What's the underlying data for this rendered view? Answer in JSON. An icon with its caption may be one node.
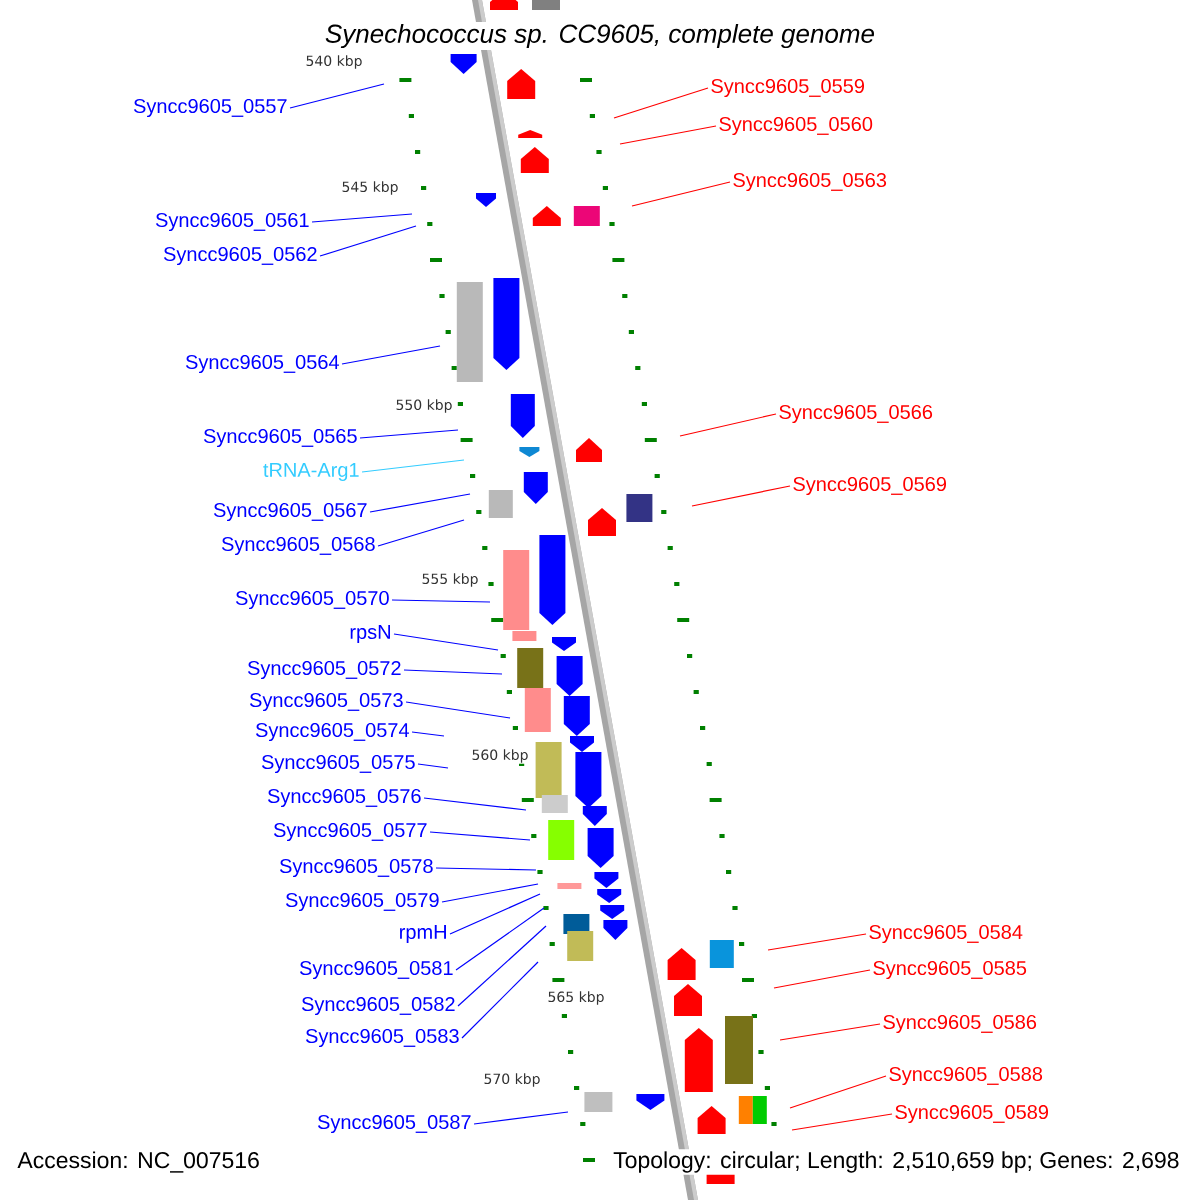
{
  "diagram": {
    "title": "Synechococcus sp. CC9605, complete genome",
    "nodes": [
      {
        "text": [
          "Syncc9605_0559"
        ]
      },
      {
        "text": [
          "Syncc9605_0557"
        ]
      },
      {
        "text": [
          "Syncc9605_0560"
        ]
      },
      {
        "text": [
          "Syncc9605_0563"
        ]
      },
      {
        "text": [
          "Syncc9605_0561"
        ]
      },
      {
        "text": [
          "Syncc9605_0562"
        ]
      },
      {
        "text": [
          "Syncc9605_0564"
        ]
      },
      {
        "text": [
          "Syncc9605_0566"
        ]
      },
      {
        "text": [
          "Syncc9605_0565"
        ]
      },
      {
        "text": [
          "tRNA-Arg1"
        ]
      },
      {
        "text": [
          "Syncc9605_0569"
        ]
      },
      {
        "text": [
          "Syncc9605_0567"
        ]
      },
      {
        "text": [
          "Syncc9605_0568"
        ]
      },
      {
        "text": [
          "Syncc9605_0570"
        ]
      },
      {
        "text": [
          "rpsN"
        ]
      },
      {
        "text": [
          "Syncc9605_0572"
        ]
      },
      {
        "text": [
          "Syncc9605_0573"
        ]
      },
      {
        "text": [
          "Syncc9605_0574"
        ]
      },
      {
        "text": [
          "Syncc9605_0575"
        ]
      },
      {
        "text": [
          "Syncc9605_0576"
        ]
      },
      {
        "text": [
          "Syncc9605_0577"
        ]
      },
      {
        "text": [
          "Syncc9605_0578"
        ]
      },
      {
        "text": [
          "Syncc9605_0579"
        ]
      },
      {
        "text": [
          "rpmH"
        ]
      },
      {
        "text": [
          "Syncc9605_0584"
        ]
      },
      {
        "text": [
          "Syncc9605_0581"
        ]
      },
      {
        "text": [
          "Syncc9605_0585"
        ]
      },
      {
        "text": [
          "Syncc9605_0582"
        ]
      },
      {
        "text": [
          "Syncc9605_0586"
        ]
      },
      {
        "text": [
          "Syncc9605_0583"
        ]
      },
      {
        "text": [
          "Syncc9605_0588"
        ]
      },
      {
        "text": [
          "Syncc9605_0589"
        ]
      },
      {
        "text": [
          "Syncc9605_0587"
        ]
      }
    ],
    "edges": [
      {
        "from": 0,
        "to": null,
        "arrow": "none",
        "color": "#ff0000"
      },
      {
        "from": 1,
        "to": null,
        "arrow": "none"
      },
      {
        "from": 2,
        "to": null,
        "arrow": "none",
        "color": "#ff0000"
      },
      {
        "from": 3,
        "to": null,
        "arrow": "none",
        "color": "#ff0000"
      },
      {
        "from": 4,
        "to": null,
        "arrow": "none"
      },
      {
        "from": 5,
        "to": null,
        "arrow": "none"
      },
      {
        "from": 6,
        "to": null,
        "arrow": "none"
      },
      {
        "from": 7,
        "to": null,
        "arrow": "none",
        "color": "#ff0000"
      },
      {
        "from": 8,
        "to": null,
        "arrow": "none"
      },
      {
        "from": 9,
        "to": null,
        "arrow": "none",
        "color": "#33ccff"
      },
      {
        "from": 10,
        "to": null,
        "arrow": "none",
        "color": "#ff0000"
      },
      {
        "from": 11,
        "to": null,
        "arrow": "none"
      },
      {
        "from": 12,
        "to": null,
        "arrow": "none"
      },
      {
        "from": 13,
        "to": null,
        "arrow": "none"
      },
      {
        "from": 14,
        "to": null,
        "arrow": "none"
      },
      {
        "from": 15,
        "to": null,
        "arrow": "none"
      },
      {
        "from": 16,
        "to": null,
        "arrow": "none"
      },
      {
        "from": 17,
        "to": null,
        "arrow": "none"
      },
      {
        "from": 18,
        "to": null,
        "arrow": "none"
      },
      {
        "from": 19,
        "to": null,
        "arrow": "none"
      },
      {
        "from": 20,
        "to": null,
        "arrow": "none"
      },
      {
        "from": 21,
        "to": null,
        "arrow": "none"
      },
      {
        "from": 22,
        "to": null,
        "arrow": "none"
      },
      {
        "from": 23,
        "to": null,
        "arrow": "none"
      },
      {
        "from": 24,
        "to": null,
        "arrow": "none",
        "color": "#ff0000"
      },
      {
        "from": 25,
        "to": null,
        "arrow": "none"
      },
      {
        "from": 26,
        "to": null,
        "arrow": "none",
        "color": "#ff0000"
      },
      {
        "from": 27,
        "to": null,
        "arrow": "none"
      },
      {
        "from": 28,
        "to": null,
        "arrow": "none",
        "color": "#ff0000"
      },
      {
        "from": 29,
        "to": null,
        "arrow": "none"
      },
      {
        "from": 30,
        "to": null,
        "arrow": "none",
        "color": "#ff0000"
      },
      {
        "from": 31,
        "to": null,
        "arrow": "none",
        "color": "#ff0000"
      },
      {
        "from": 32,
        "to": null,
        "arrow": "none"
      }
    ],
    "labels": [
      "540 kbp",
      "545 kbp",
      "550 kbp",
      "555 kbp",
      "560 kbp",
      "565 kbp",
      "570 kbp",
      "Accession: NC_007516",
      "Topology: circular; Length: 2,510,659 bp; Genes: 2,698"
    ]
  }
}
